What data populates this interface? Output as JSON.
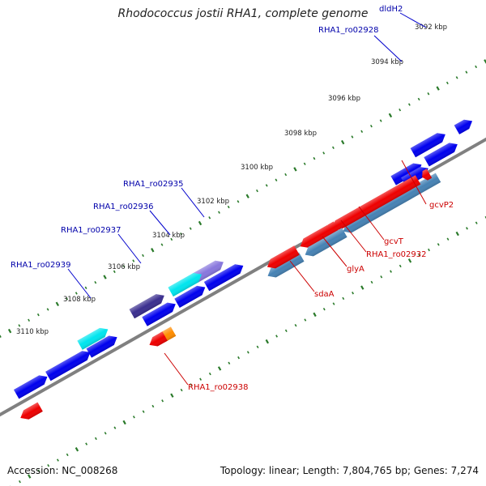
{
  "title": "Rhodococcus jostii RHA1, complete genome",
  "footer": {
    "accession": "Accession: NC_008268",
    "topology": "Topology: linear; Length: 7,804,765 bp; Genes: 7,274"
  },
  "colors": {
    "backbone": "#808080",
    "tick_major": "#2a7a2a",
    "tick_minor": "#2a7a2a",
    "label_forward": "#0000aa",
    "label_reverse": "#cc0000",
    "leader_forward": "#0000cc",
    "leader_reverse": "#cc0000"
  },
  "ticks": [
    {
      "kbp": 3092,
      "label": "3092 kbp"
    },
    {
      "kbp": 3094,
      "label": "3094 kbp"
    },
    {
      "kbp": 3096,
      "label": "3096 kbp"
    },
    {
      "kbp": 3098,
      "label": "3098 kbp"
    },
    {
      "kbp": 3100,
      "label": "3100 kbp"
    },
    {
      "kbp": 3102,
      "label": "3102 kbp"
    },
    {
      "kbp": 3104,
      "label": "3104 kbp"
    },
    {
      "kbp": 3106,
      "label": "3106 kbp"
    },
    {
      "kbp": 3108,
      "label": "3108 kbp"
    },
    {
      "kbp": 3110,
      "label": "3110 kbp"
    }
  ],
  "genes": [
    {
      "id": "dldH2",
      "label": "dldH2",
      "strand": "forward",
      "color": "#0000ee"
    },
    {
      "id": "RHA1_ro02928",
      "label": "RHA1_ro02928",
      "strand": "forward",
      "color": "#0000ee"
    },
    {
      "id": "RHA1_ro02935",
      "label": "RHA1_ro02935",
      "strand": "forward",
      "color": "#8877dd"
    },
    {
      "id": "RHA1_ro02936",
      "label": "RHA1_ro02936",
      "strand": "forward",
      "color": "#00e5ee"
    },
    {
      "id": "RHA1_ro02937",
      "label": "RHA1_ro02937",
      "strand": "forward",
      "color": "#3b2f8f"
    },
    {
      "id": "RHA1_ro02939",
      "label": "RHA1_ro02939",
      "strand": "forward",
      "color": "#00e5ee"
    },
    {
      "id": "gcvP2",
      "label": "gcvP2",
      "strand": "reverse",
      "color": "#4682b4"
    },
    {
      "id": "gcvT",
      "label": "gcvT",
      "strand": "reverse",
      "color": "#ee0000"
    },
    {
      "id": "RHA1_ro02932",
      "label": "RHA1_ro02932",
      "strand": "reverse",
      "color": "#ee0000"
    },
    {
      "id": "glyA",
      "label": "glyA",
      "strand": "reverse",
      "color": "#4682b4"
    },
    {
      "id": "sdaA",
      "label": "sdaA",
      "strand": "reverse",
      "color": "#4682b4"
    },
    {
      "id": "RHA1_ro02938",
      "label": "RHA1_ro02938",
      "strand": "reverse",
      "color": "#ff8c00"
    },
    {
      "id": "unlabeled-forward",
      "label": "",
      "strand": "forward",
      "color": "#0000ee"
    },
    {
      "id": "unlabeled-reverse",
      "label": "",
      "strand": "reverse",
      "color": "#ee0000"
    }
  ]
}
